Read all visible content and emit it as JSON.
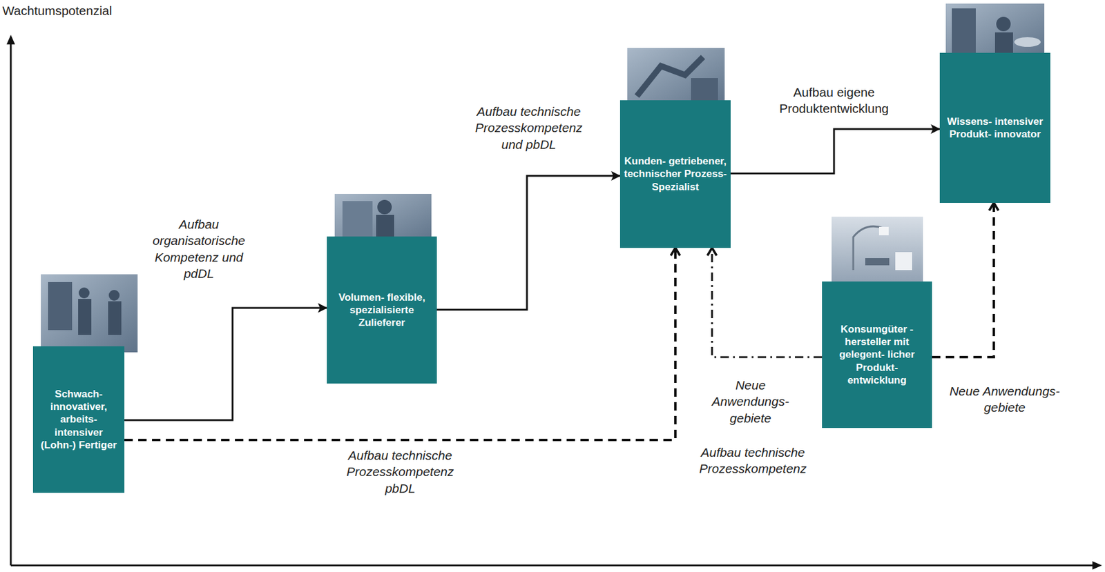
{
  "diagram": {
    "nodes": [
      {
        "text": [
          "Schwach- innovativer, arbeits- intensiver (Lohn-) Fertiger"
        ]
      },
      {
        "text": [
          "Volumen- flexible, spezialisierte Zulieferer"
        ]
      },
      {
        "text": [
          "Kunden- getriebener, technischer Prozess- Spezialist"
        ]
      },
      {
        "text": [
          "Konsumgüter -hersteller mit gelegent- licher Produkt- entwicklung"
        ]
      },
      {
        "text": [
          "Wissens- intensiver Produkt- innovator"
        ]
      }
    ],
    "edges": [
      {
        "from": 0,
        "to": 1,
        "arrow": "to",
        "label": "Aufbau organisatorische Kompetenz und pdDL"
      },
      {
        "from": 1,
        "to": 2,
        "arrow": "to",
        "label": "Aufbau technische Prozesskompetenz und pbDL"
      },
      {
        "from": 2,
        "to": 4,
        "arrow": "to",
        "label": "Aufbau eigene Produktentwicklung"
      },
      {
        "from": 0,
        "to": 2,
        "arrow": "to",
        "label": "Aufbau technische Prozesskompetenz pbDL"
      },
      {
        "from": 3,
        "to": 2,
        "arrow": "to",
        "label": "Neue Anwendungs- gebiete"
      },
      {
        "from": 3,
        "to": 4,
        "arrow": "to",
        "label": "Neue Anwendungs- gebiete"
      }
    ],
    "labels": [
      "Wachtumspotenzial",
      "Aufbau technische Prozesskompetenz"
    ]
  }
}
